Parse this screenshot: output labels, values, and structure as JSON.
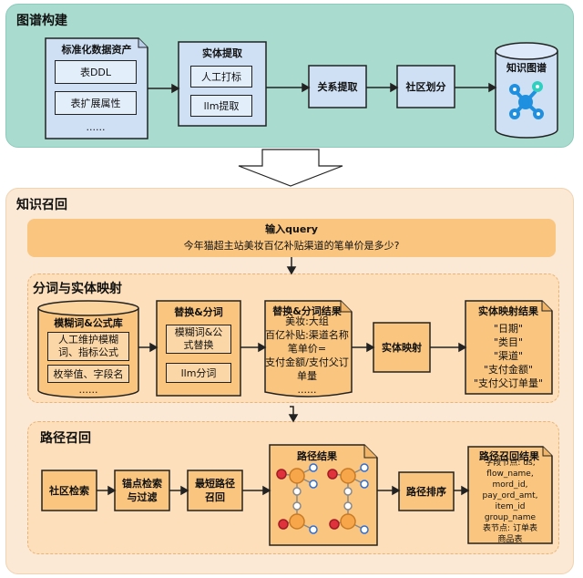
{
  "graph_build": {
    "title": "图谱构建",
    "std_assets": {
      "title": "标准化数据资产",
      "items": [
        "表DDL",
        "表扩展属性",
        "......"
      ]
    },
    "entity_extract": {
      "title": "实体提取",
      "items": [
        "人工打标",
        "llm提取"
      ]
    },
    "relation_extract": "关系提取",
    "community": "社区划分",
    "knowledge_graph": "知识图谱"
  },
  "recall": {
    "title": "知识召回",
    "query_label": "输入query",
    "query_text": "今年猫超主站美妆百亿补贴渠道的笔单价是多少?",
    "seg": {
      "title": "分词与实体映射",
      "fuzzy_lib": {
        "title": "模糊词&公式库",
        "items": [
          "人工维护模糊词、指标公式",
          "枚举值、字段名",
          "......"
        ]
      },
      "replace": {
        "title": "替换&分词",
        "items": [
          "模糊词&公式替换",
          "llm分词"
        ]
      },
      "replace_result": {
        "title": "替换&分词结果",
        "lines": "美妆:大组\n百亿补贴:渠道名称\n笔单价=\n支付金额/支付父订单量\n......"
      },
      "entity_map": "实体映射",
      "entity_result": {
        "title": "实体映射结果",
        "lines": "\"日期\"\n\"类目\"\n\"渠道\"\n\"支付金额\"\n\"支付父订单量\""
      }
    },
    "path": {
      "title": "路径召回",
      "community_search": "社区检索",
      "anchor_filter": "锚点检索与过滤",
      "shortest_path": "最短路径召回",
      "path_result": "路径结果",
      "path_sort": "路径排序",
      "path_recall_result": {
        "title": "路径召回结果",
        "lines": "字段节点: ds,\nflow_name, mord_id,\npay_ord_amt, item_id\ngroup_name\n表节点: 订单表\n商品表"
      }
    }
  },
  "colors": {
    "top_bg": "#a9dccf",
    "bottom_bg": "#fbe9d5",
    "blue_box": "#cfe0f5",
    "orange_box": "#f9c57f",
    "graph_icon": "#1f8fe0",
    "node_orange": "#f7a64a",
    "node_red": "#e0323c",
    "node_blue": "#2f6fd6"
  }
}
